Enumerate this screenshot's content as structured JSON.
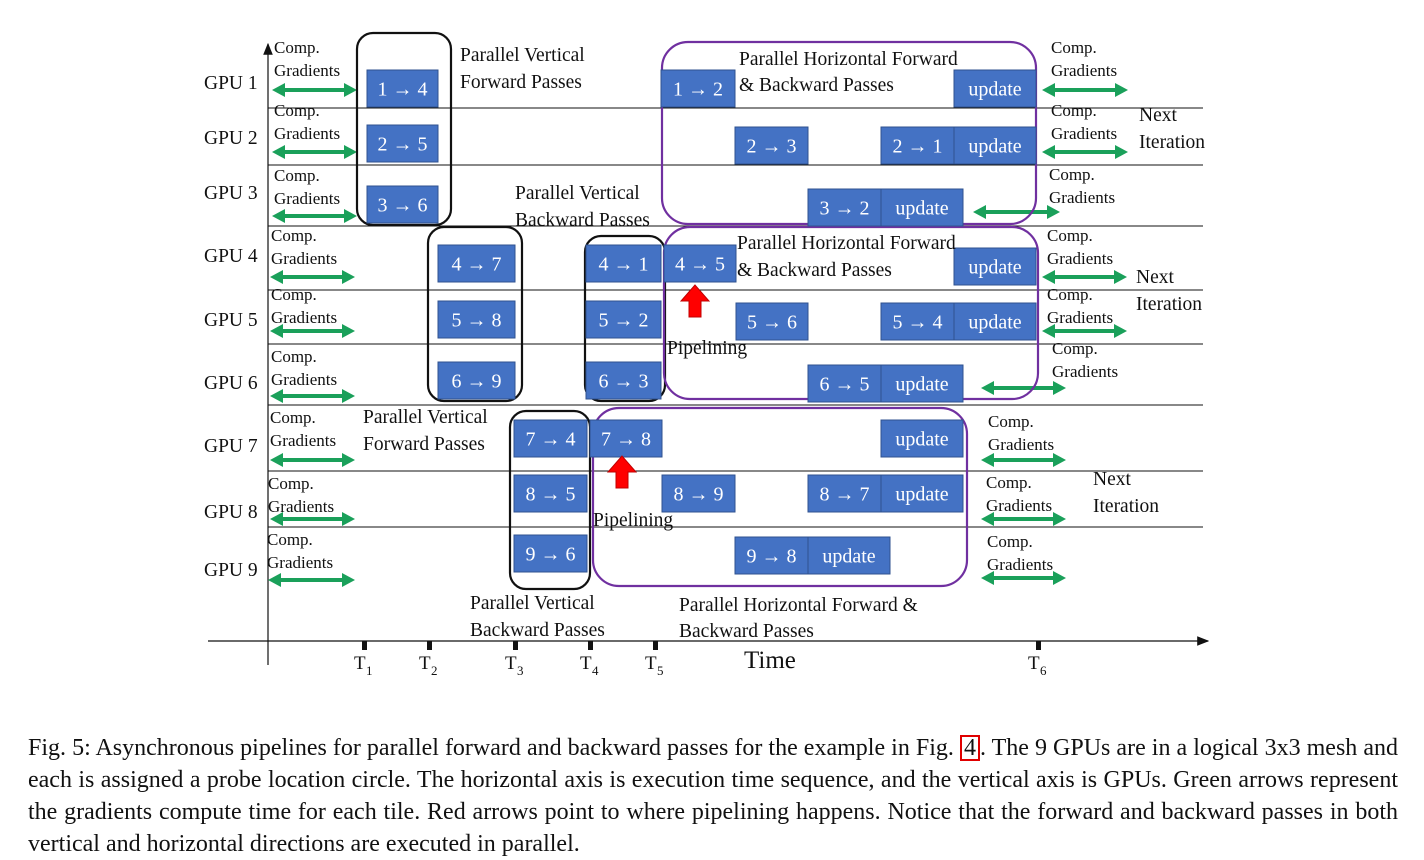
{
  "gpus": [
    "GPU 1",
    "GPU 2",
    "GPU 3",
    "GPU 4",
    "GPU 5",
    "GPU 6",
    "GPU 7",
    "GPU 8",
    "GPU 9"
  ],
  "comp_label": [
    "Comp.",
    "Gradients"
  ],
  "axis": {
    "time_label": "Time",
    "ticks": [
      {
        "main": "T",
        "sub": "1"
      },
      {
        "main": "T",
        "sub": "2"
      },
      {
        "main": "T",
        "sub": "3"
      },
      {
        "main": "T",
        "sub": "4"
      },
      {
        "main": "T",
        "sub": "5"
      },
      {
        "main": "T",
        "sub": "6"
      }
    ]
  },
  "boxes": {
    "g1_fwd": "1 → 4",
    "g2_fwd": "2 → 5",
    "g3_fwd": "3 → 6",
    "g4_fwd": "4 → 7",
    "g5_fwd": "5 → 8",
    "g6_fwd": "6 → 9",
    "g4_bwd": "4 → 1",
    "g5_bwd": "5 → 2",
    "g6_bwd": "6 → 3",
    "g7_bwd": "7 → 4",
    "g8_bwd": "8 → 5",
    "g9_bwd": "9 → 6",
    "g1_h": "1 → 2",
    "g2_h1": "2 → 3",
    "g2_h2": "2 → 1",
    "g3_h": "3 → 2",
    "g4_h": "4 → 5",
    "g5_h1": "5 → 6",
    "g5_h2": "5 → 4",
    "g6_h": "6 → 5",
    "g7_h": "7 → 8",
    "g8_h1": "8 → 9",
    "g8_h2": "8 → 7",
    "g9_h": "9 → 8",
    "update": "update"
  },
  "labels": {
    "pv_fwd_1": [
      "Parallel Vertical",
      "Forward Passes"
    ],
    "pv_bwd_1": [
      "Parallel Vertical",
      "Backward Passes"
    ],
    "pv_fwd_2": [
      "Parallel Vertical",
      "Forward Passes"
    ],
    "pv_bwd_2": [
      "Parallel Vertical",
      "Backward Passes"
    ],
    "ph_1": [
      "Parallel Horizontal Forward",
      "& Backward Passes"
    ],
    "ph_2": [
      "Parallel Horizontal Forward",
      "& Backward Passes"
    ],
    "ph_3": [
      "Parallel Horizontal Forward &",
      "Backward Passes"
    ],
    "pipelining": "Pipelining",
    "next_iteration": [
      "Next",
      "Iteration"
    ]
  },
  "colors": {
    "box": "#4472c4",
    "green_arrow": "#1aa05a",
    "red_arrow": "#ff0000",
    "vertical_group": "#111111",
    "horizontal_group": "#7030a0"
  },
  "caption": {
    "before_ref": "Fig. 5: Asynchronous pipelines for parallel forward and backward passes for the example in Fig. ",
    "ref": "4",
    "after_ref": ". The 9 GPUs are in a logical 3x3 mesh and each is assigned a probe location circle. The horizontal axis is execution time sequence, and the vertical axis is GPUs. Green arrows represent the gradients compute time for each tile. Red arrows point to where pipelining happens. Notice that the forward and backward passes in both vertical and horizontal directions are executed in parallel."
  }
}
